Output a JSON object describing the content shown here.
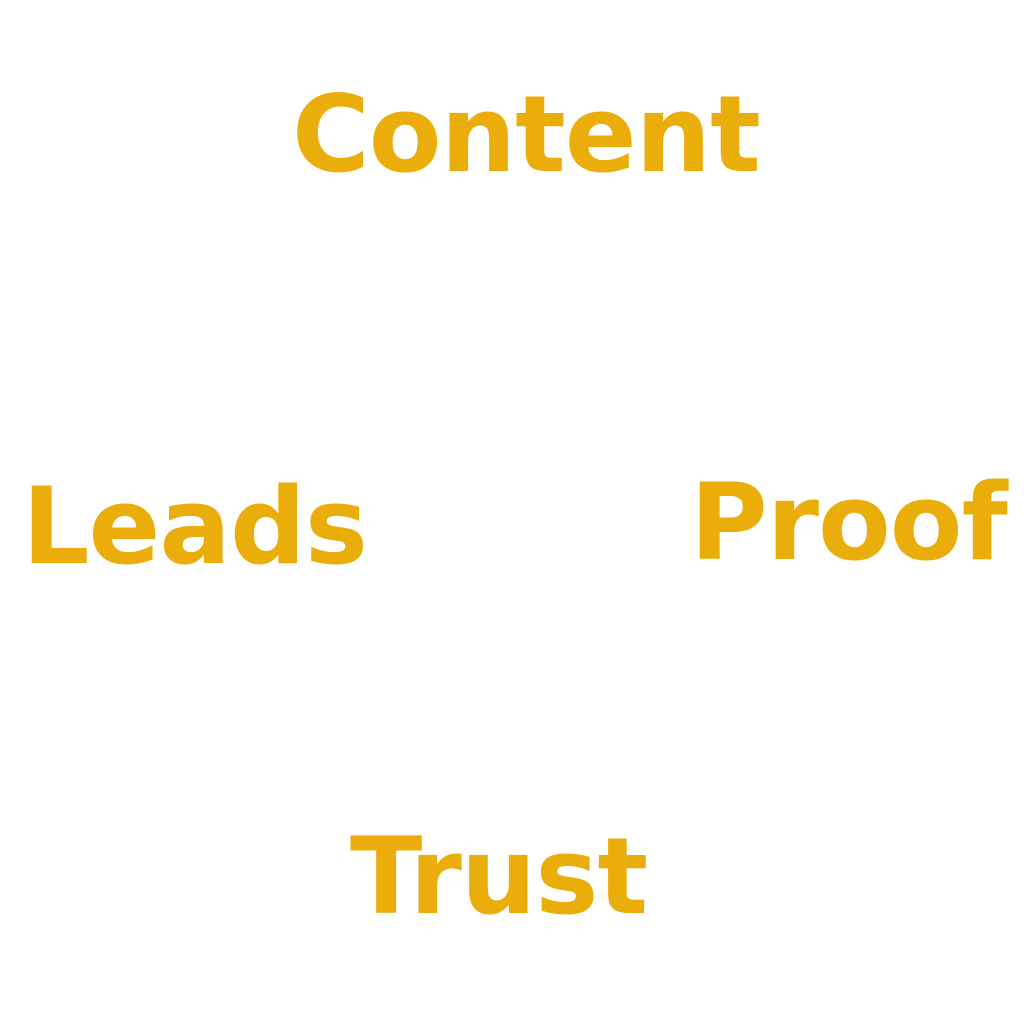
{
  "diagram": {
    "type": "cycle",
    "accent_color": "#EBAD0A",
    "background_color": "#FFFFFF",
    "nodes": {
      "top": "Content",
      "right": "Proof",
      "bottom": "Trust",
      "left": "Leads"
    }
  }
}
